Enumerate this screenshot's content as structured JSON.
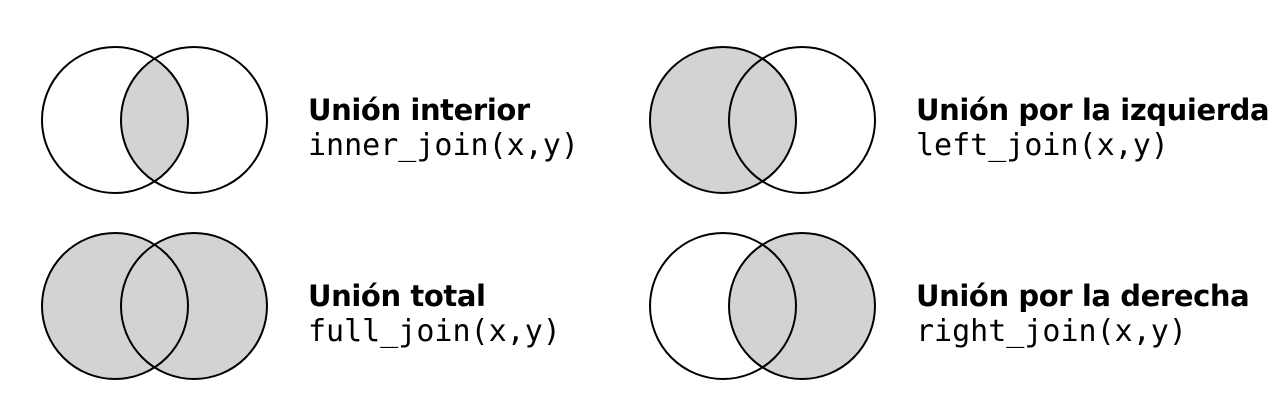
{
  "colors": {
    "fill": "#d3d3d3",
    "stroke": "#000000",
    "background": "#ffffff"
  },
  "panels": [
    {
      "id": "inner",
      "title": "Unión interior",
      "code": "inner_join(x,y)",
      "shade": "intersection"
    },
    {
      "id": "left",
      "title": "Unión por la izquierda",
      "code": "left_join(x,y)",
      "shade": "left"
    },
    {
      "id": "full",
      "title": "Unión total",
      "code": "full_join(x,y)",
      "shade": "both"
    },
    {
      "id": "right",
      "title": "Unión por la derecha",
      "code": "right_join(x,y)",
      "shade": "right"
    }
  ]
}
